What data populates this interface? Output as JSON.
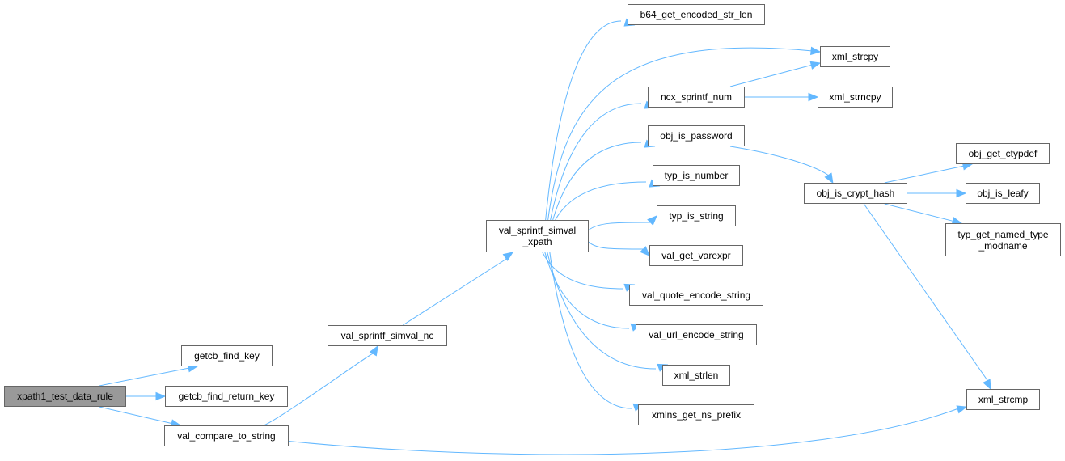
{
  "graph": {
    "title": "Call graph of xpath1_test_data_rule",
    "edge_color": "#63b8ff",
    "root_fill": "#999999",
    "node_border": "#666666",
    "nodes": [
      {
        "id": "xpath1_test_data_rule",
        "label": "xpath1_test_data_rule",
        "root": true
      },
      {
        "id": "getcb_find_key",
        "label": "getcb_find_key"
      },
      {
        "id": "getcb_find_return_key",
        "label": "getcb_find_return_key"
      },
      {
        "id": "val_compare_to_string",
        "label": "val_compare_to_string"
      },
      {
        "id": "val_sprintf_simval_nc",
        "label": "val_sprintf_simval_nc"
      },
      {
        "id": "val_sprintf_simval_xpath",
        "label": "val_sprintf_simval\n_xpath"
      },
      {
        "id": "b64_get_encoded_str_len",
        "label": "b64_get_encoded_str_len"
      },
      {
        "id": "xml_strcpy",
        "label": "xml_strcpy"
      },
      {
        "id": "ncx_sprintf_num",
        "label": "ncx_sprintf_num"
      },
      {
        "id": "xml_strncpy",
        "label": "xml_strncpy"
      },
      {
        "id": "obj_is_password",
        "label": "obj_is_password"
      },
      {
        "id": "typ_is_number",
        "label": "typ_is_number"
      },
      {
        "id": "typ_is_string",
        "label": "typ_is_string"
      },
      {
        "id": "val_get_varexpr",
        "label": "val_get_varexpr"
      },
      {
        "id": "val_quote_encode_string",
        "label": "val_quote_encode_string"
      },
      {
        "id": "val_url_encode_string",
        "label": "val_url_encode_string"
      },
      {
        "id": "xml_strlen",
        "label": "xml_strlen"
      },
      {
        "id": "xmlns_get_ns_prefix",
        "label": "xmlns_get_ns_prefix"
      },
      {
        "id": "obj_is_crypt_hash",
        "label": "obj_is_crypt_hash"
      },
      {
        "id": "obj_get_ctypdef",
        "label": "obj_get_ctypdef"
      },
      {
        "id": "obj_is_leafy",
        "label": "obj_is_leafy"
      },
      {
        "id": "typ_get_named_type_modname",
        "label": "typ_get_named_type\n_modname"
      },
      {
        "id": "xml_strcmp",
        "label": "xml_strcmp"
      }
    ],
    "edges": [
      {
        "from": "xpath1_test_data_rule",
        "to": "getcb_find_key"
      },
      {
        "from": "xpath1_test_data_rule",
        "to": "getcb_find_return_key"
      },
      {
        "from": "xpath1_test_data_rule",
        "to": "val_compare_to_string"
      },
      {
        "from": "val_compare_to_string",
        "to": "val_sprintf_simval_nc"
      },
      {
        "from": "val_compare_to_string",
        "to": "xml_strcmp"
      },
      {
        "from": "val_sprintf_simval_nc",
        "to": "val_sprintf_simval_xpath"
      },
      {
        "from": "val_sprintf_simval_xpath",
        "to": "b64_get_encoded_str_len"
      },
      {
        "from": "val_sprintf_simval_xpath",
        "to": "xml_strcpy"
      },
      {
        "from": "val_sprintf_simval_xpath",
        "to": "ncx_sprintf_num"
      },
      {
        "from": "val_sprintf_simval_xpath",
        "to": "obj_is_password"
      },
      {
        "from": "val_sprintf_simval_xpath",
        "to": "typ_is_number"
      },
      {
        "from": "val_sprintf_simval_xpath",
        "to": "typ_is_string"
      },
      {
        "from": "val_sprintf_simval_xpath",
        "to": "val_get_varexpr"
      },
      {
        "from": "val_sprintf_simval_xpath",
        "to": "val_quote_encode_string"
      },
      {
        "from": "val_sprintf_simval_xpath",
        "to": "val_url_encode_string"
      },
      {
        "from": "val_sprintf_simval_xpath",
        "to": "xml_strlen"
      },
      {
        "from": "val_sprintf_simval_xpath",
        "to": "xmlns_get_ns_prefix"
      },
      {
        "from": "ncx_sprintf_num",
        "to": "xml_strcpy"
      },
      {
        "from": "ncx_sprintf_num",
        "to": "xml_strncpy"
      },
      {
        "from": "obj_is_password",
        "to": "obj_is_crypt_hash"
      },
      {
        "from": "obj_is_crypt_hash",
        "to": "obj_get_ctypdef"
      },
      {
        "from": "obj_is_crypt_hash",
        "to": "obj_is_leafy"
      },
      {
        "from": "obj_is_crypt_hash",
        "to": "typ_get_named_type_modname"
      },
      {
        "from": "obj_is_crypt_hash",
        "to": "xml_strcmp"
      }
    ]
  }
}
